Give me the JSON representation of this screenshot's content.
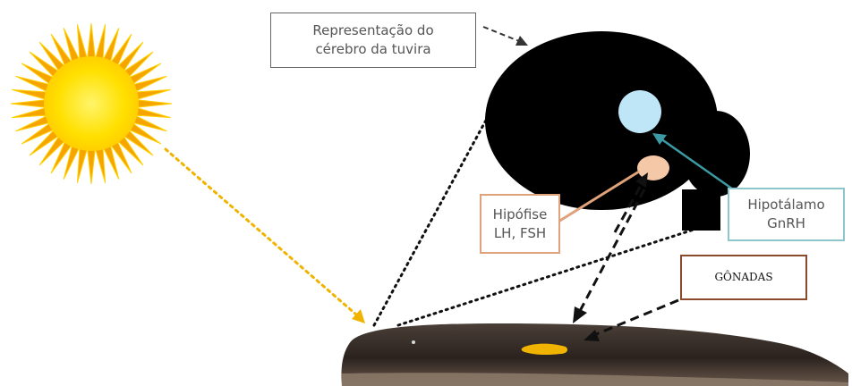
{
  "labels": {
    "brain_line1": "Representação do",
    "brain_line2": "cérebro da tuvira",
    "hipofise_line1": "Hipófise",
    "hipofise_line2": "LH, FSH",
    "hipotalamo_line1": "Hipotálamo",
    "hipotalamo_line2": "GnRH",
    "gonadas": "GÔNADAS"
  },
  "colors": {
    "sun": "#ffe000",
    "sun_rays": "#f5a400",
    "brain": "#000000",
    "hypothalamus": "#bfe6f7",
    "pituitary": "#f5c8a8",
    "hipofise_border": "#e0a27a",
    "hipotalamo_border": "#8cc6cc",
    "gonadas_border": "#8b4a2b",
    "gonad": "#f0b400",
    "light_arrow": "#f0b400"
  }
}
